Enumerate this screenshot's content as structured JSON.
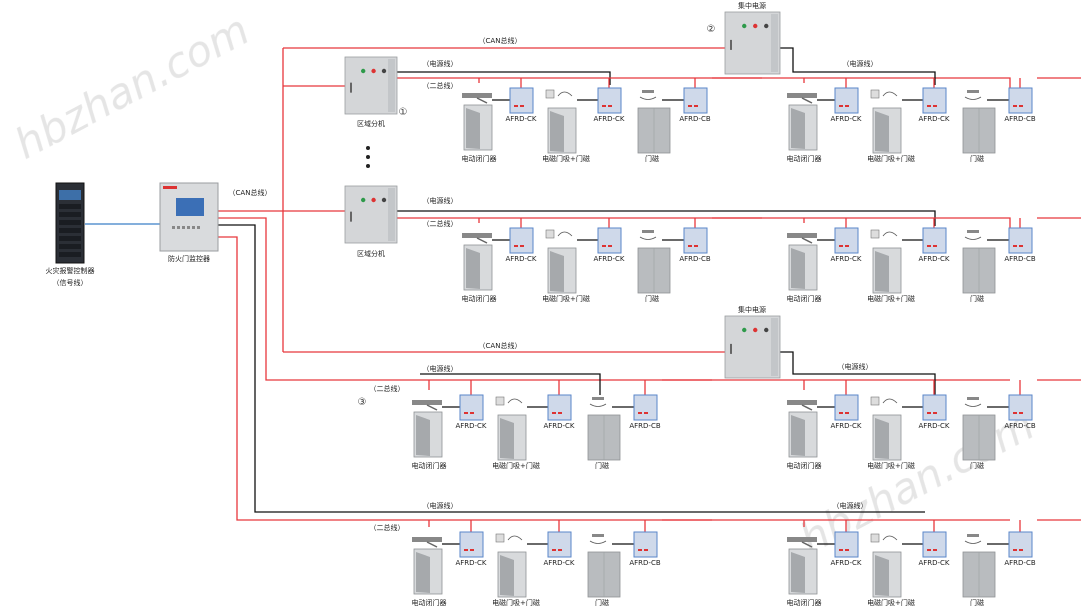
{
  "watermark": "hbzhan.com",
  "labels": {
    "fire_alarm": "火灾报警控制器",
    "signal_line": "（信号线）",
    "monitor": "防火门监控器",
    "can_bus": "（CAN总线）",
    "power_line": "（电源线）",
    "two_bus": "（二总线）",
    "region_unit": "区域分机",
    "central_power": "集中电源",
    "closer": "电动闭门器",
    "holder": "电磁门吸+门磁",
    "magnet": "门磁",
    "ck": "AFRD-CK",
    "cb": "AFRD-CB",
    "n1": "①",
    "n2": "②",
    "n3": "③",
    "ellipsis": "⋮"
  },
  "colors": {
    "red": "#e8373c",
    "black": "#111111",
    "blue": "#3a7fc8",
    "cabinet": "#d4d6d8",
    "door": "#b9bcbf",
    "module": "#5a86c9"
  }
}
